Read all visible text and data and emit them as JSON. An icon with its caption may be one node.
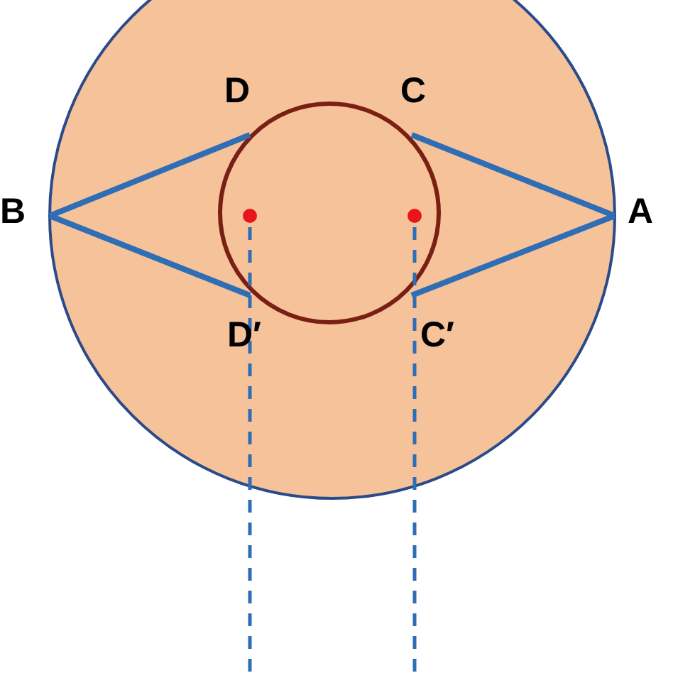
{
  "diagram": {
    "labels": [
      "D",
      "C",
      "B",
      "A",
      "D′",
      "C′"
    ]
  }
}
